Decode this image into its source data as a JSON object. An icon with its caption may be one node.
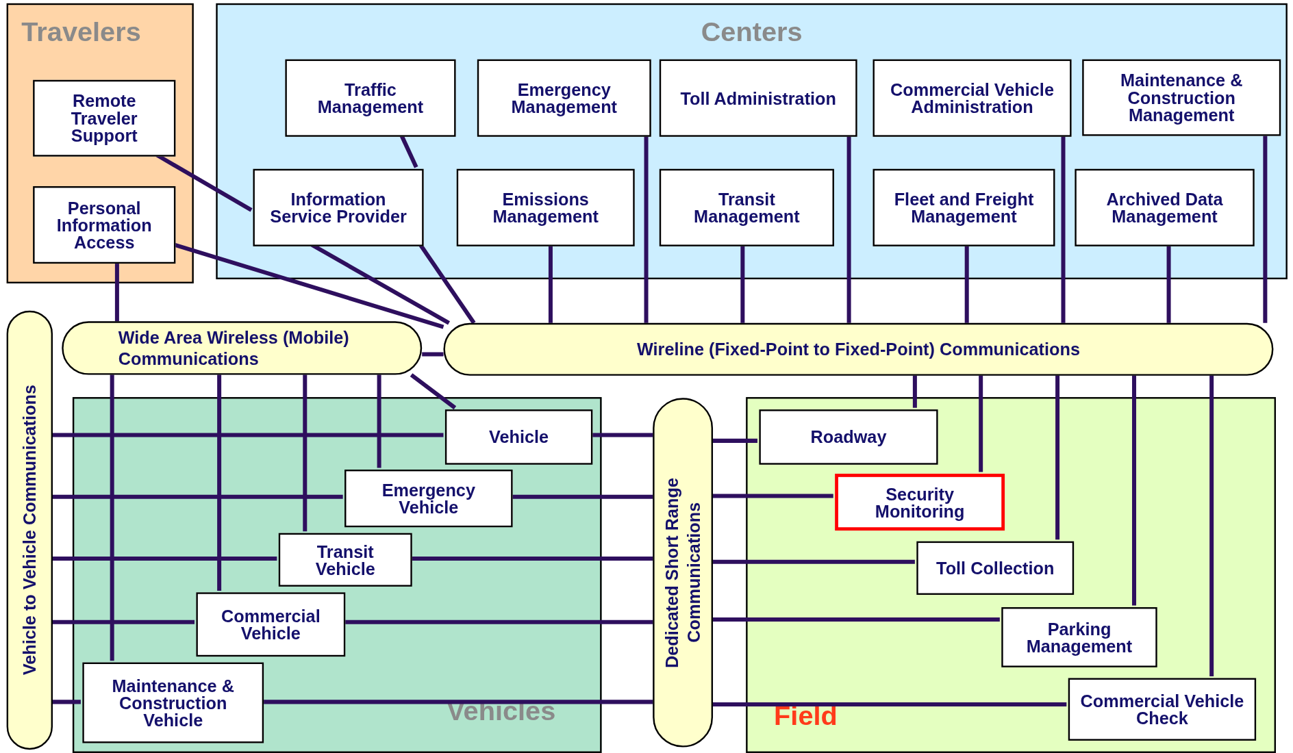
{
  "diagram": {
    "nodes": [
      {
        "text": [
          "Travelers"
        ]
      },
      {
        "text": [
          "Remote Traveler Support"
        ],
        "in": 0
      },
      {
        "text": [
          "Personal Information Access"
        ],
        "in": 0
      },
      {
        "text": [
          "Centers"
        ]
      },
      {
        "text": [
          "Traffic Management"
        ],
        "in": 3
      },
      {
        "text": [
          "Emergency Management"
        ],
        "in": 3
      },
      {
        "text": [
          "Toll Administration"
        ],
        "in": 3
      },
      {
        "text": [
          "Commercial Vehicle Administration"
        ],
        "in": 3
      },
      {
        "text": [
          "Maintenance & Construction Management"
        ],
        "in": 3
      },
      {
        "text": [
          "Information Service Provider"
        ],
        "in": 3
      },
      {
        "text": [
          "Emissions Management"
        ],
        "in": 3
      },
      {
        "text": [
          "Transit Management"
        ],
        "in": 3
      },
      {
        "text": [
          "Fleet and Freight Management"
        ],
        "in": 3
      },
      {
        "text": [
          "Archived Data Management"
        ],
        "in": 3
      },
      {
        "text": [
          "Vehicle to Vehicle Communications"
        ]
      },
      {
        "text": [
          "Wide Area Wireless (Mobile) Communications"
        ]
      },
      {
        "text": [
          "Wireline (Fixed-Point to Fixed-Point) Communications"
        ]
      },
      {
        "text": [
          "Vehicles"
        ]
      },
      {
        "text": [
          "Vehicle"
        ],
        "in": 17
      },
      {
        "text": [
          "Emergency Vehicle"
        ],
        "in": 17
      },
      {
        "text": [
          "Transit Vehicle"
        ],
        "in": 17
      },
      {
        "text": [
          "Commercial Vehicle"
        ],
        "in": 17
      },
      {
        "text": [
          "Maintenance & Construction Vehicle"
        ],
        "in": 17
      },
      {
        "text": [
          "Dedicated Short Range Communications"
        ]
      },
      {
        "text": [
          "Field"
        ]
      },
      {
        "text": [
          "Roadway"
        ],
        "in": 24
      },
      {
        "text": [
          "Security Monitoring"
        ],
        "in": 24
      },
      {
        "text": [
          "Toll Collection"
        ],
        "in": 24
      },
      {
        "text": [
          "Parking Management"
        ],
        "in": 24
      },
      {
        "text": [
          "Commercial Vehicle Check"
        ],
        "in": 24
      }
    ],
    "edges": [
      {
        "from": 1,
        "to": 9,
        "arrow": "none"
      },
      {
        "from": 2,
        "to": 15,
        "arrow": "none"
      },
      {
        "from": 2,
        "to": 16,
        "arrow": "none"
      },
      {
        "from": 4,
        "to": 9,
        "arrow": "none"
      },
      {
        "from": 9,
        "to": 16,
        "arrow": "none"
      },
      {
        "from": 9,
        "to": 16,
        "arrow": "none"
      },
      {
        "from": 5,
        "to": 16,
        "arrow": "none"
      },
      {
        "from": 6,
        "to": 16,
        "arrow": "none"
      },
      {
        "from": 7,
        "to": 16,
        "arrow": "none"
      },
      {
        "from": 8,
        "to": 16,
        "arrow": "none"
      },
      {
        "from": 10,
        "to": 16,
        "arrow": "none"
      },
      {
        "from": 11,
        "to": 16,
        "arrow": "none"
      },
      {
        "from": 12,
        "to": 16,
        "arrow": "none"
      },
      {
        "from": 13,
        "to": 16,
        "arrow": "none"
      },
      {
        "from": 15,
        "to": 16,
        "arrow": "none"
      },
      {
        "from": 15,
        "to": 18,
        "arrow": "none"
      },
      {
        "from": 15,
        "to": 19,
        "arrow": "none"
      },
      {
        "from": 15,
        "to": 20,
        "arrow": "none"
      },
      {
        "from": 15,
        "to": 21,
        "arrow": "none"
      },
      {
        "from": 15,
        "to": 22,
        "arrow": "none"
      },
      {
        "from": 14,
        "to": 18,
        "arrow": "none"
      },
      {
        "from": 14,
        "to": 19,
        "arrow": "none"
      },
      {
        "from": 14,
        "to": 20,
        "arrow": "none"
      },
      {
        "from": 14,
        "to": 21,
        "arrow": "none"
      },
      {
        "from": 14,
        "to": 22,
        "arrow": "none"
      },
      {
        "from": 18,
        "to": 23,
        "arrow": "none"
      },
      {
        "from": 19,
        "to": 23,
        "arrow": "none"
      },
      {
        "from": 20,
        "to": 23,
        "arrow": "none"
      },
      {
        "from": 21,
        "to": 23,
        "arrow": "none"
      },
      {
        "from": 22,
        "to": 23,
        "arrow": "none"
      },
      {
        "from": 23,
        "to": 25,
        "arrow": "none"
      },
      {
        "from": 23,
        "to": 26,
        "arrow": "none"
      },
      {
        "from": 23,
        "to": 27,
        "arrow": "none"
      },
      {
        "from": 23,
        "to": 28,
        "arrow": "none"
      },
      {
        "from": 23,
        "to": 29,
        "arrow": "none"
      },
      {
        "from": 16,
        "to": 25,
        "arrow": "none"
      },
      {
        "from": 16,
        "to": 26,
        "arrow": "none"
      },
      {
        "from": 16,
        "to": 27,
        "arrow": "none"
      },
      {
        "from": 16,
        "to": 28,
        "arrow": "none"
      },
      {
        "from": 16,
        "to": 29,
        "arrow": "none"
      }
    ]
  }
}
